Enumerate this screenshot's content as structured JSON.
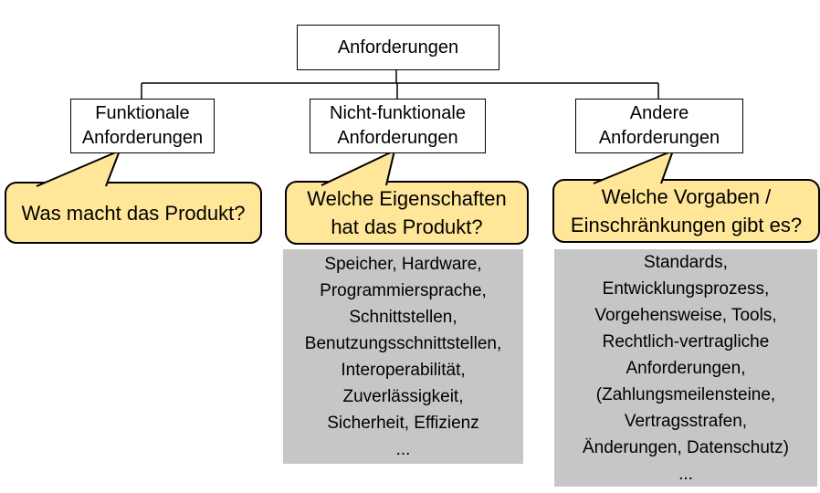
{
  "root": {
    "label": "Anforderungen"
  },
  "branches": [
    {
      "label": "Funktionale\nAnforderungen",
      "question": "Was macht das Produkt?",
      "examples": ""
    },
    {
      "label": "Nicht-funktionale\nAnforderungen",
      "question": "Welche Eigenschaften\nhat das Produkt?",
      "examples": "Speicher, Hardware,\nProgrammiersprache,\nSchnittstellen,\nBenutzungsschnittstellen,\nInteroperabilität,\nZuverlässigkeit,\nSicherheit, Effizienz\n..."
    },
    {
      "label": "Andere\nAnforderungen",
      "question": "Welche Vorgaben /\nEinschränkungen gibt es?",
      "examples": "Standards,\nEntwicklungsprozess,\nVorgehensweise, Tools,\nRechtlich-vertragliche\nAnforderungen,\n(Zahlungsmeilensteine,\nVertragsstrafen,\nÄnderungen, Datenschutz)\n..."
    }
  ],
  "colors": {
    "callout_fill": "#FFE699",
    "callout_border": "#000000",
    "examples_fill": "#C6C6C6",
    "node_fill": "#FFFFFF",
    "node_border": "#000000",
    "connector": "#000000",
    "text": "#000000",
    "background": "#FFFFFF"
  }
}
